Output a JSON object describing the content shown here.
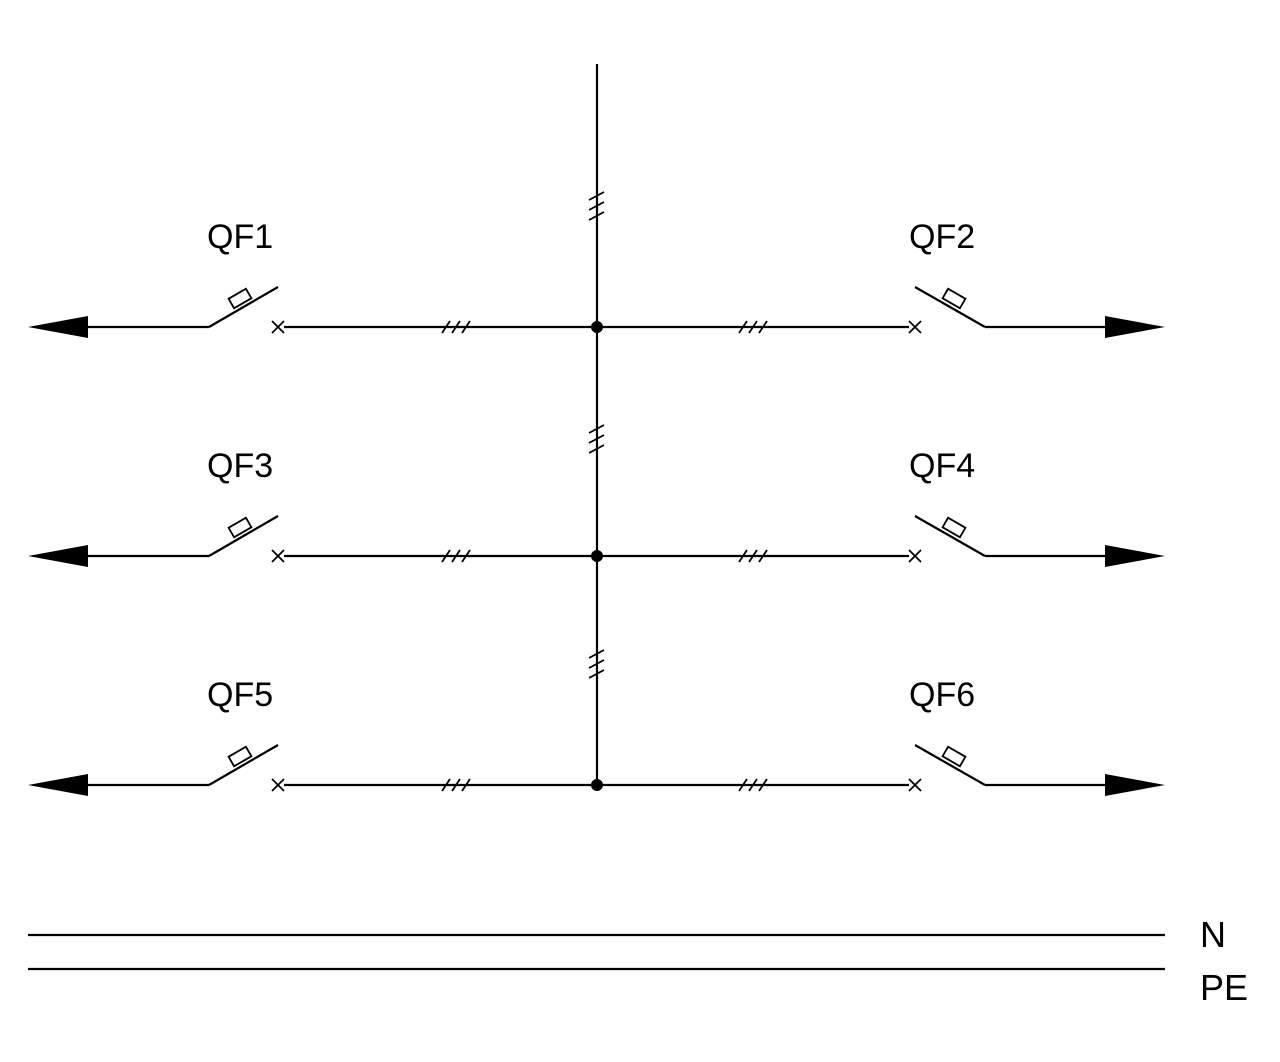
{
  "breakers": [
    {
      "id": "qf1",
      "label": "QF1",
      "side": "left",
      "row": 0
    },
    {
      "id": "qf2",
      "label": "QF2",
      "side": "right",
      "row": 0
    },
    {
      "id": "qf3",
      "label": "QF3",
      "side": "left",
      "row": 1
    },
    {
      "id": "qf4",
      "label": "QF4",
      "side": "right",
      "row": 1
    },
    {
      "id": "qf5",
      "label": "QF5",
      "side": "left",
      "row": 2
    },
    {
      "id": "qf6",
      "label": "QF6",
      "side": "right",
      "row": 2
    }
  ],
  "conductors": {
    "neutral": "N",
    "protective_earth": "PE"
  },
  "colors": {
    "line": "#000000",
    "background": "#ffffff"
  }
}
